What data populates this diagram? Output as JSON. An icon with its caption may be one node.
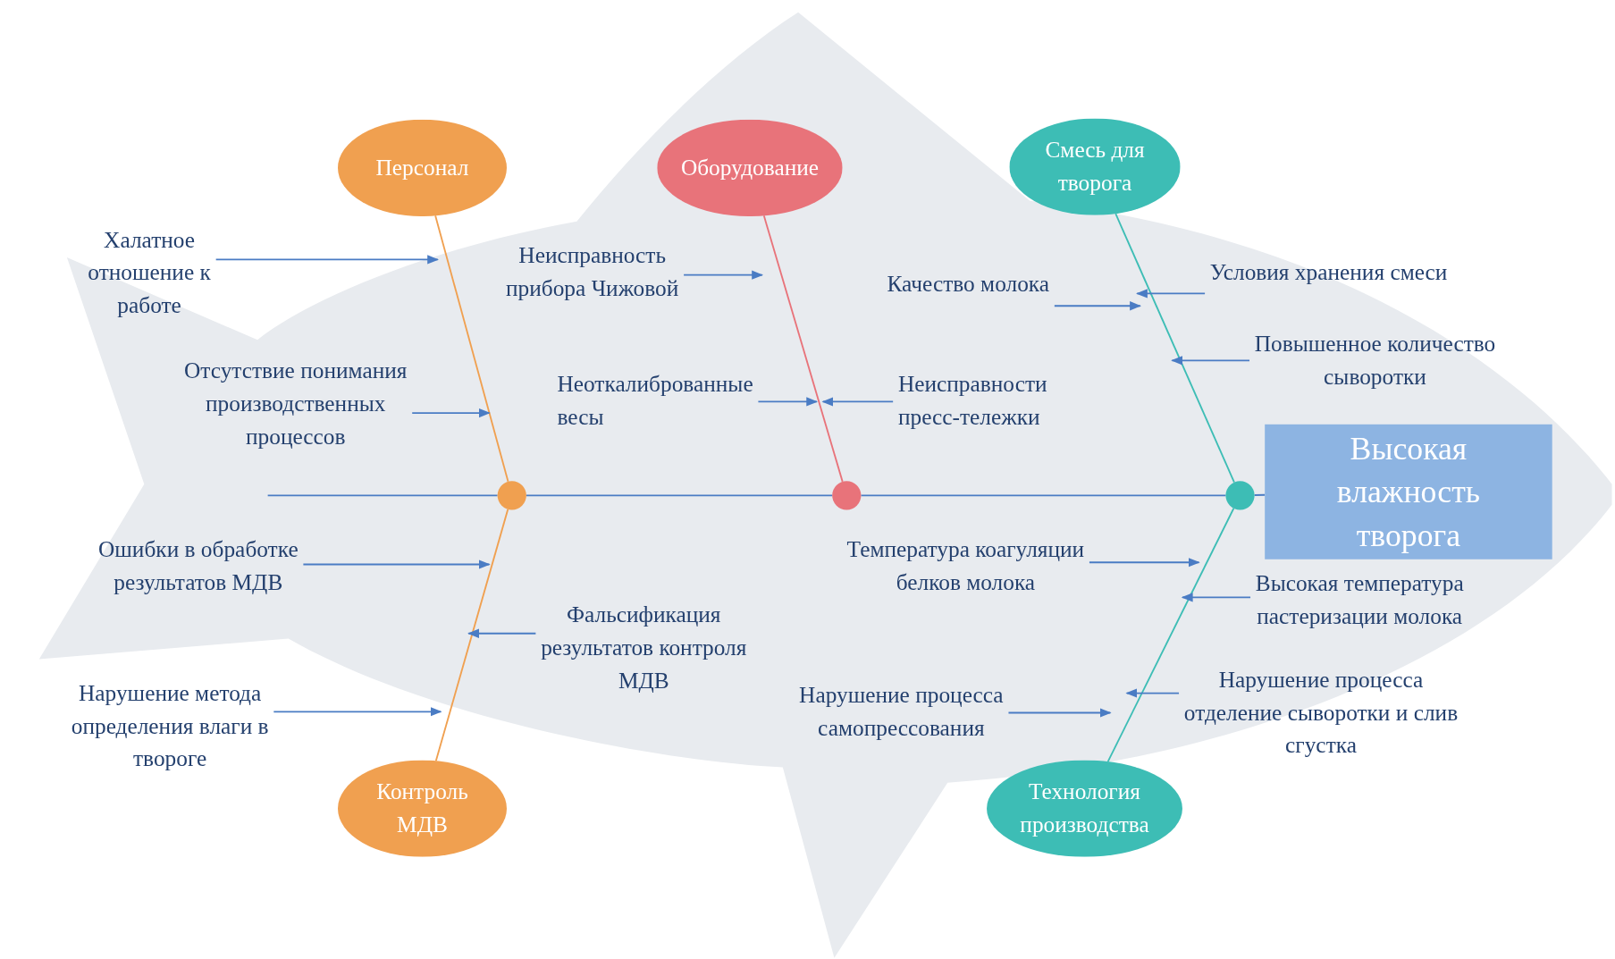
{
  "diagram": {
    "nodes": [
      {
        "text": [
          "Персонал"
        ]
      },
      {
        "text": [
          "Оборудование"
        ]
      },
      {
        "text": [
          "Смесь для творога"
        ]
      },
      {
        "text": [
          "Высокая влажность творога"
        ]
      },
      {
        "text": [
          "Контроль МДВ"
        ]
      },
      {
        "text": [
          "Технология производства"
        ]
      },
      {
        "text": [],
        "shape": "circle"
      },
      {
        "text": [],
        "shape": "circle"
      },
      {
        "text": [],
        "shape": "circle"
      },
      {
        "text": [
          "Халатное отношение к работе"
        ]
      },
      {
        "text": [
          "Отсутствие понимания производственных процессов"
        ]
      },
      {
        "text": [
          "Неисправность прибора Чижовой"
        ]
      },
      {
        "text": [
          "Неоткалиброванные весы"
        ]
      },
      {
        "text": [
          "Неисправности пресс-тележки"
        ]
      },
      {
        "text": [
          "Качество молока"
        ]
      },
      {
        "text": [
          "Условия хранения смеси"
        ]
      },
      {
        "text": [
          "Повышенное количество сыворотки"
        ]
      },
      {
        "text": [
          "Ошибки в обработке результатов МДВ"
        ]
      },
      {
        "text": [
          "Фальсификация результатов контроля МДВ"
        ]
      },
      {
        "text": [
          "Нарушение метода определения влаги в твороге"
        ]
      },
      {
        "text": [
          "Температура коагуляции белков молока"
        ]
      },
      {
        "text": [
          "Высокая температура пастеризации молока"
        ]
      },
      {
        "text": [
          "Нарушение процесса самопрессования"
        ]
      },
      {
        "text": [
          "Нарушение процесса отделение сыворотки и слив сгустка"
        ]
      }
    ],
    "edges": [
      {
        "from": 0,
        "to": 6,
        "arrow": "none",
        "color": "#f0a050"
      },
      {
        "from": 4,
        "to": 6,
        "arrow": "none",
        "color": "#f0a050"
      },
      {
        "from": 1,
        "to": 7,
        "arrow": "none",
        "color": "#e8737a"
      },
      {
        "from": 2,
        "to": 8,
        "arrow": "none",
        "color": "#3dbdb5"
      },
      {
        "from": 5,
        "to": 8,
        "arrow": "none",
        "color": "#3dbdb5"
      },
      {
        "from": null,
        "to": 6,
        "arrow": "none"
      },
      {
        "from": 6,
        "to": 7,
        "arrow": "none"
      },
      {
        "from": 7,
        "to": 8,
        "arrow": "none"
      },
      {
        "from": 8,
        "to": 3,
        "arrow": "none"
      },
      {
        "from": 9,
        "to": null,
        "arrow": "to"
      },
      {
        "from": 10,
        "to": null,
        "arrow": "to"
      },
      {
        "from": 11,
        "to": null,
        "arrow": "to"
      },
      {
        "from": 12,
        "to": null,
        "arrow": "to"
      },
      {
        "from": 13,
        "to": null,
        "arrow": "to"
      },
      {
        "from": 14,
        "to": null,
        "arrow": "to"
      },
      {
        "from": 15,
        "to": null,
        "arrow": "to"
      },
      {
        "from": 16,
        "to": null,
        "arrow": "to"
      },
      {
        "from": 17,
        "to": null,
        "arrow": "to"
      },
      {
        "from": 18,
        "to": null,
        "arrow": "to"
      },
      {
        "from": 19,
        "to": null,
        "arrow": "to"
      },
      {
        "from": 20,
        "to": null,
        "arrow": "to"
      },
      {
        "from": 21,
        "to": null,
        "arrow": "to"
      },
      {
        "from": 22,
        "to": null,
        "arrow": "to"
      },
      {
        "from": 23,
        "to": null,
        "arrow": "to"
      }
    ]
  }
}
